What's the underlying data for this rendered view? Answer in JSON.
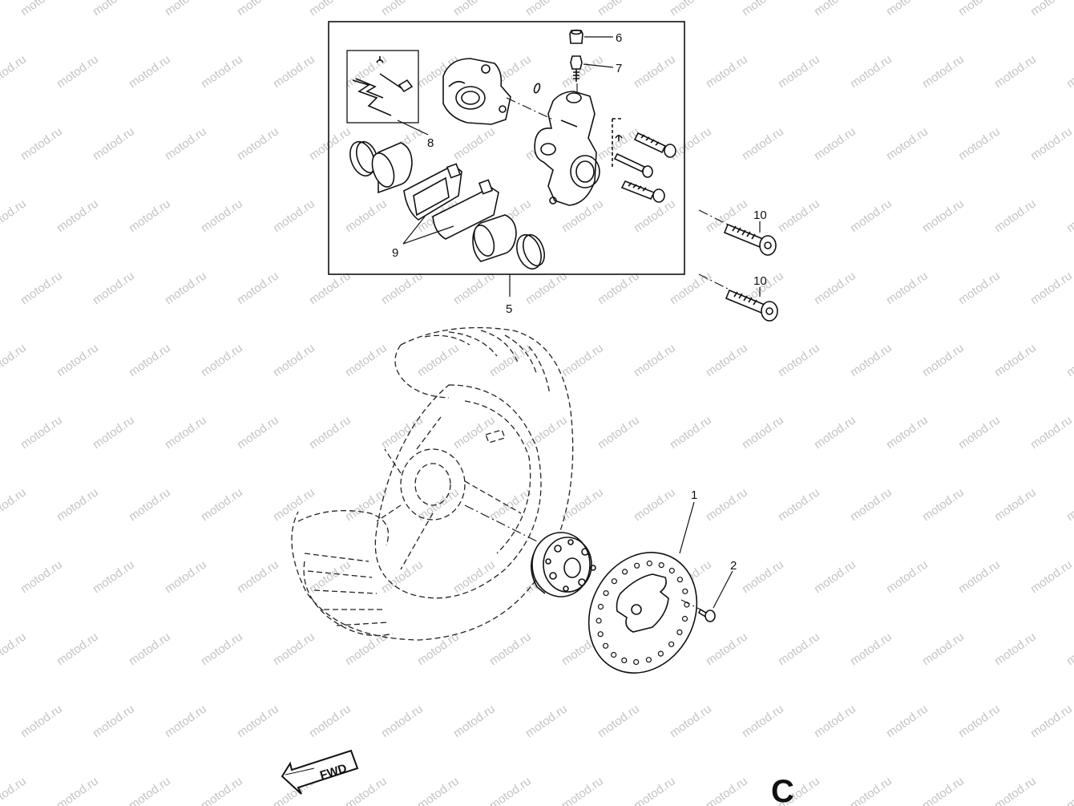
{
  "watermark": {
    "text": "motod.ru",
    "color": "#c4c4c4"
  },
  "diagram": {
    "page_letter": "C",
    "direction_arrow": {
      "label": "FWD",
      "icon": "fwd-arrow-icon"
    },
    "callouts": {
      "c1": "1",
      "c2": "2",
      "c5": "5",
      "c6": "6",
      "c7": "7",
      "c8": "8",
      "c9": "9",
      "c10a": "10",
      "c10b": "10"
    }
  }
}
